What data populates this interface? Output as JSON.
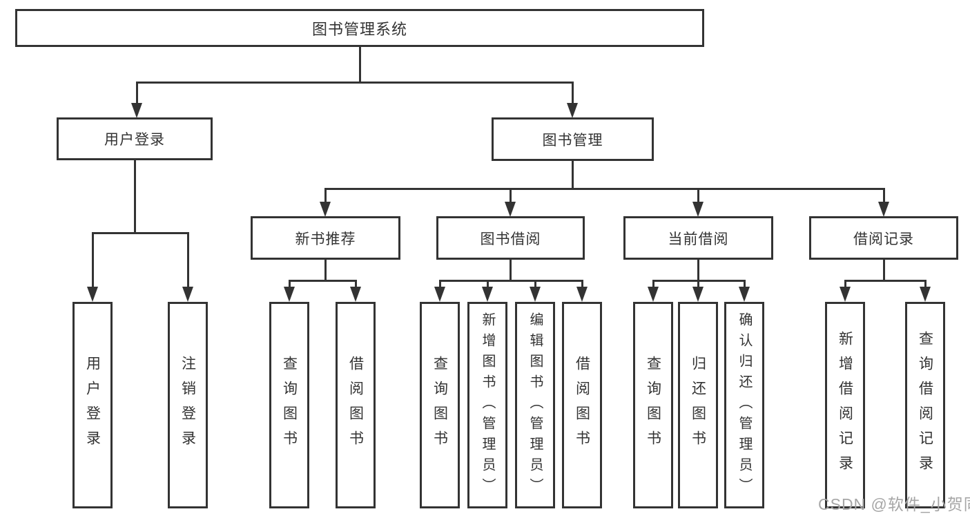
{
  "title": "图书管理系统",
  "level2": {
    "user_login": "用户登录",
    "book_mgmt": "图书管理"
  },
  "level3": {
    "new_book": "新书推荐",
    "book_borrow": "图书借阅",
    "current_borrow": "当前借阅",
    "borrow_record": "借阅记录"
  },
  "leaves": {
    "user_login": "用户登录",
    "logout": "注销登录",
    "nb_query_book": "查询图书",
    "nb_borrow_book": "借阅图书",
    "bw_query_book": "查询图书",
    "bw_add_book": "新增图书（管理员）",
    "bw_edit_book": "编辑图书（管理员）",
    "bw_borrow_book": "借阅图书",
    "cur_query_book": "查询图书",
    "cur_return_book": "归还图书",
    "cur_confirm_return": "确认归还（管理员）",
    "rec_add_record": "新增借阅记录",
    "rec_query_record": "查询借阅记录"
  },
  "watermark": "CSDN @软件_小贺同学",
  "colors": {
    "line": "#333333",
    "text": "#333333",
    "watermark": "#a6a6a6",
    "background": "#ffffff"
  }
}
